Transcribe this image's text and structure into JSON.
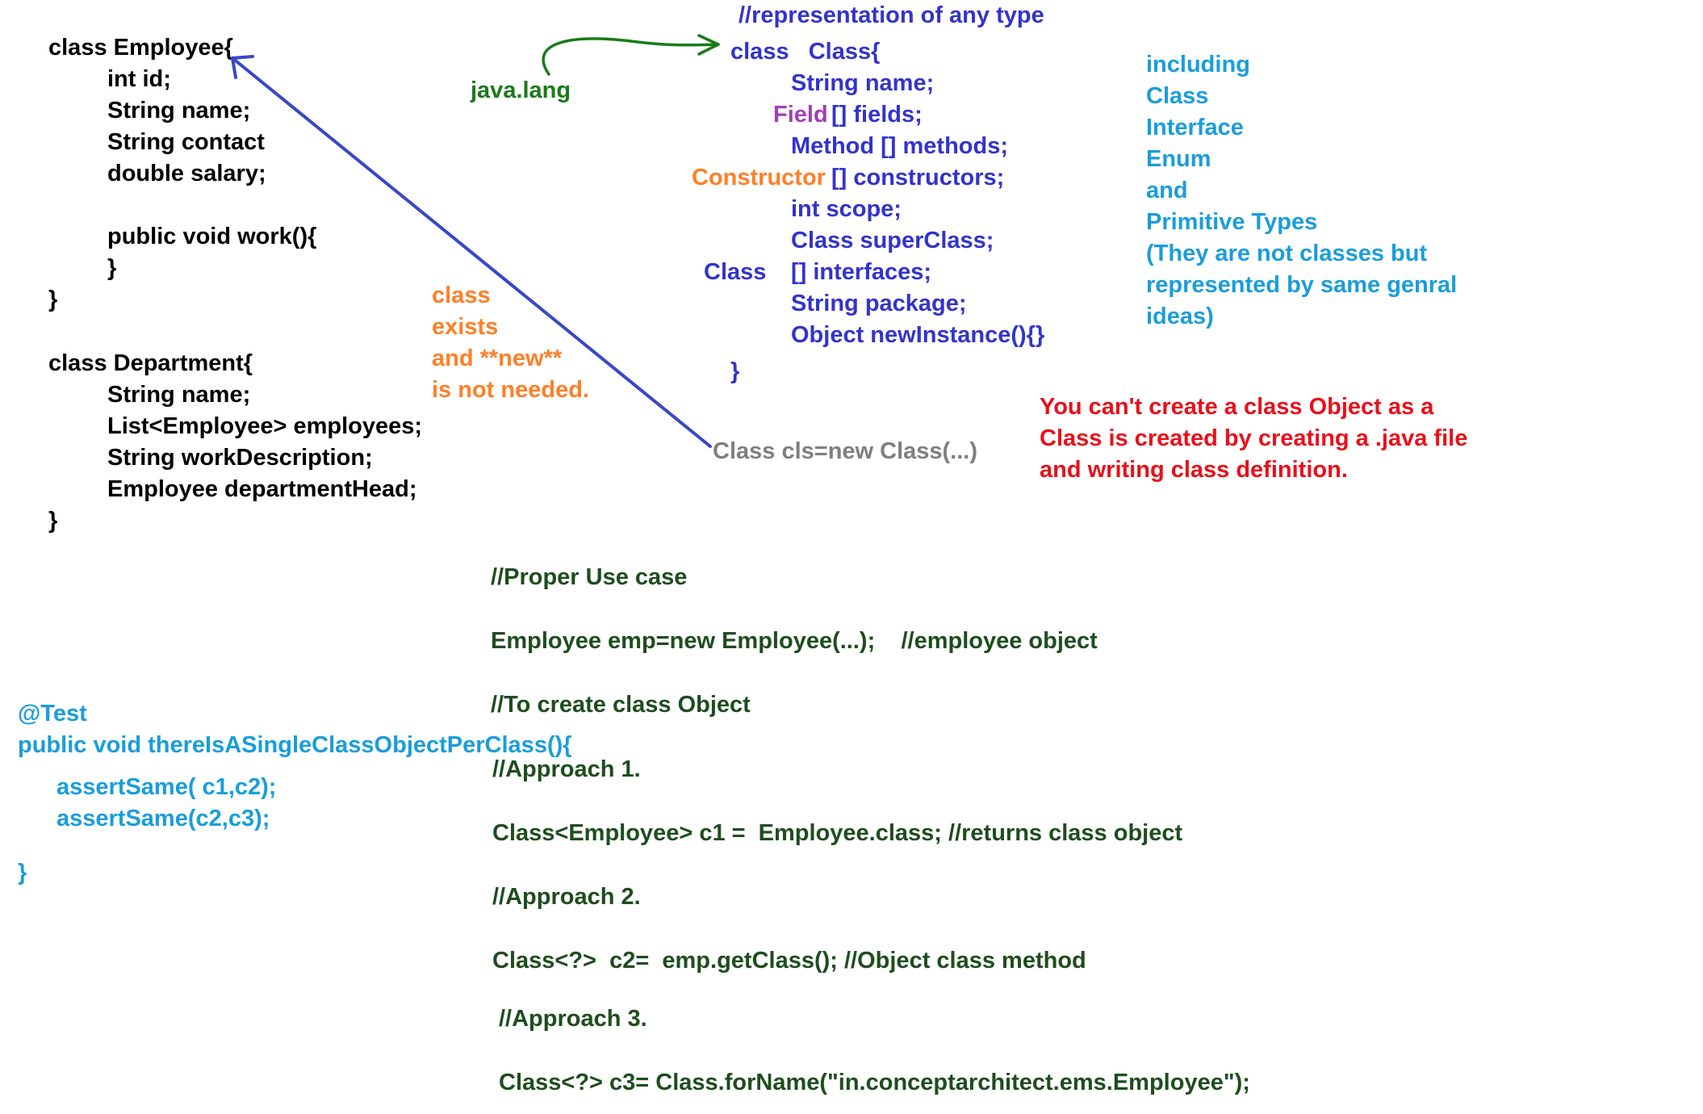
{
  "employee_class": [
    "class Employee{",
    "int id;",
    "String name;",
    "String contact",
    "double salary;",
    "public void work(){",
    "}",
    "}"
  ],
  "department_class": [
    "class Department{",
    "String name;",
    "List<Employee> employees;",
    "String workDescription;",
    "Employee departmentHead;",
    "}"
  ],
  "java_lang_label": "java.lang",
  "class_class": {
    "comment": "//representation of any type",
    "header": "class   Class{",
    "field_name": "String name;",
    "field_type_label": "Field",
    "field_fields": "[] fields;",
    "methods": "Method [] methods;",
    "constructor_label": "Constructor",
    "constructors": "[] constructors;",
    "scope": "int scope;",
    "super_class": "Class superClass;",
    "class_label": "Class",
    "interfaces": "[] interfaces;",
    "package": "String package;",
    "new_instance": "Object newInstance(){}",
    "close": "}"
  },
  "including_note": [
    "including",
    "Class",
    "Interface",
    "Enum",
    "and",
    "Primitive Types",
    "(They are not classes but",
    "represented by same genral",
    "ideas)"
  ],
  "class_exists_note": [
    "class",
    "exists",
    "and **new**",
    "is not needed."
  ],
  "new_class_code": "Class cls=new Class(...)",
  "cannot_create_note": [
    "You can't create a class Object as a",
    "Class is created by creating a .java file",
    "and writing class definition."
  ],
  "usage": {
    "proper_use": "//Proper Use case",
    "employee_object": "Employee emp=new Employee(...);    //employee object",
    "to_create": "//To create class Object",
    "approach1": "//Approach 1.",
    "approach1_code": "Class<Employee> c1 =  Employee.class; //returns class object",
    "approach2": "//Approach 2.",
    "approach2_code": "Class<?>  c2=  emp.getClass(); //Object class method",
    "approach3": "//Approach 3.",
    "approach3_code": "Class<?> c3= Class.forName(\"in.conceptarchitect.ems.Employee\");"
  },
  "test_code": {
    "annotation": "@Test",
    "signature": "public void thereIsASingleClassObjectPerClass(){",
    "assert1": "assertSame( c1,c2);",
    "assert2": "assertSame(c2,c3);",
    "close": "}"
  },
  "colors": {
    "black": "#000000",
    "indigo": "#3333cc",
    "purple": "#a040b0",
    "orange": "#ff7f27",
    "green": "#1a7a1a",
    "dark_green": "#1e4d1e",
    "sky_blue": "#1a9ddb",
    "red": "#e8101a",
    "gray": "#7f7f7f"
  }
}
